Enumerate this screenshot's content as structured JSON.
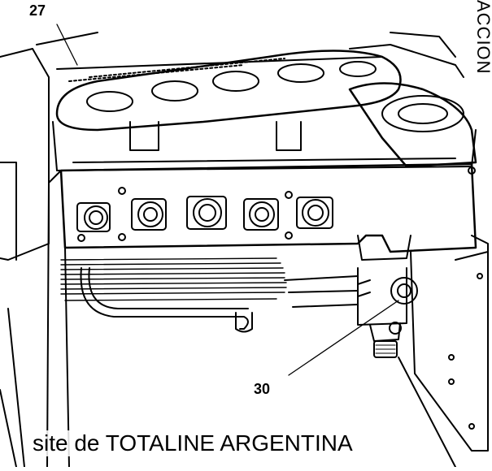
{
  "callouts": {
    "top_label": "27",
    "bottom_label": "30"
  },
  "side_text": "ACCION",
  "footer": "site de TOTALINE ARGENTINA"
}
